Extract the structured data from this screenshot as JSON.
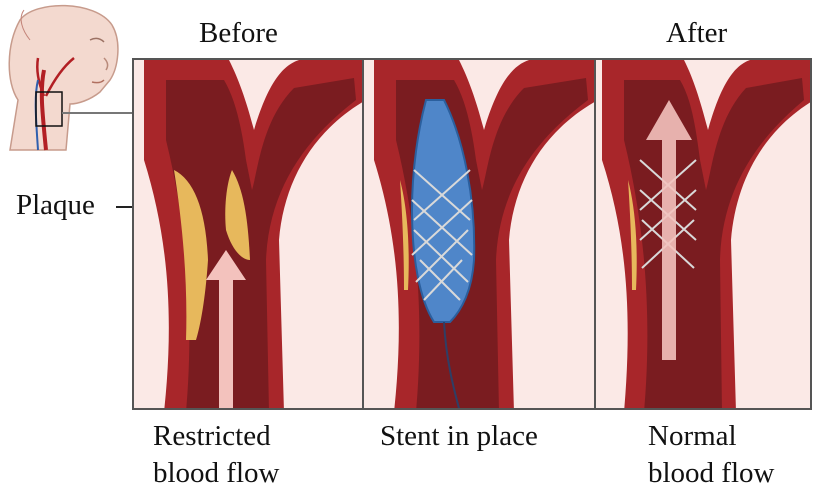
{
  "titles": {
    "before": "Before",
    "after": "After"
  },
  "callout": {
    "label": "Plaque"
  },
  "captions": [
    {
      "line1": "Restricted",
      "line2": "blood flow"
    },
    {
      "line1": "Stent in place",
      "line2": ""
    },
    {
      "line1": "Normal",
      "line2": "blood flow"
    }
  ],
  "colors": {
    "artery_wall": "#a8262a",
    "lumen": "#7a1c20",
    "plaque": "#e7b85c",
    "stent_balloon": "#4f86c9",
    "stent_mesh": "#d9d9d9",
    "flow_arrow": "#f3c2bd"
  }
}
